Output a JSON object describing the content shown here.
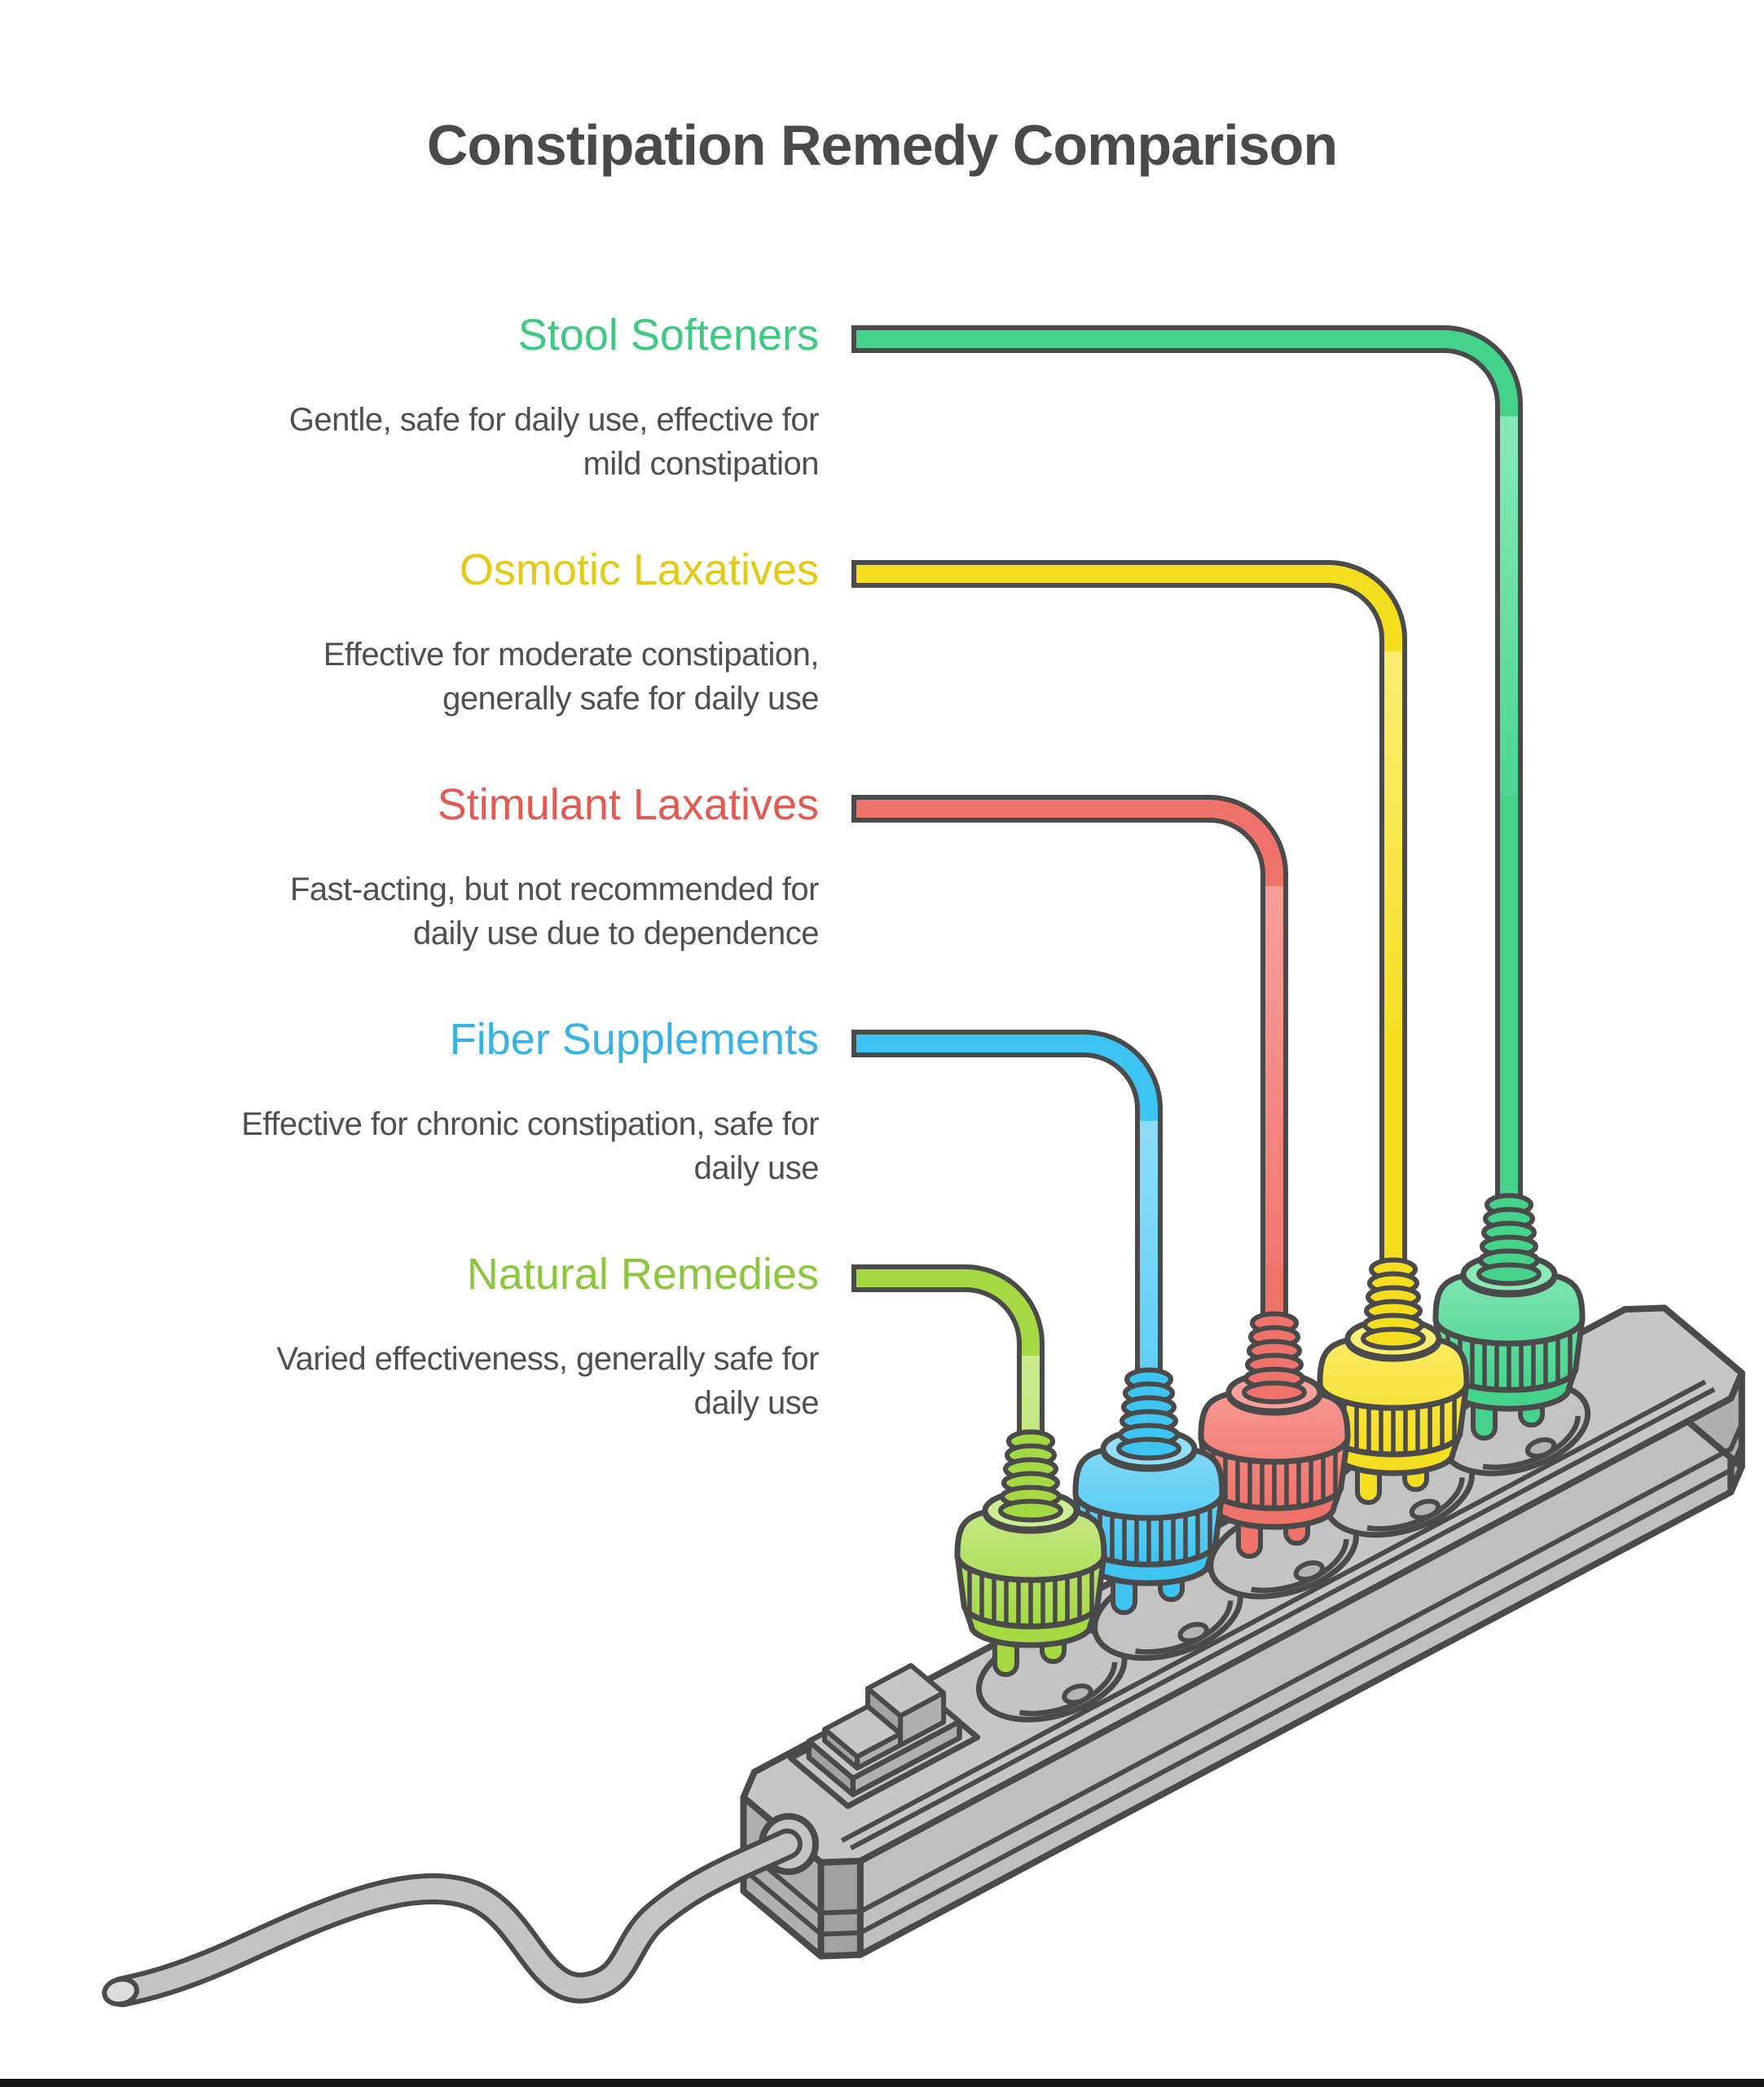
{
  "title": "Constipation Remedy Comparison",
  "title_color": "#4a4a4a",
  "description_color": "#4f4f4f",
  "bottom_bar_color": "#161616",
  "items": [
    {
      "label": "Stool Softeners",
      "label_color": "#3ec981",
      "cable_color": "#45d38c",
      "cable_highlight": "#8ceab9",
      "description_lines": [
        "Gentle, safe for daily use, effective for",
        "mild constipation"
      ]
    },
    {
      "label": "Osmotic Laxatives",
      "label_color": "#e3cb15",
      "cable_color": "#f5dd1f",
      "cable_highlight": "#fbee74",
      "description_lines": [
        "Effective for moderate constipation,",
        "generally safe for daily use"
      ]
    },
    {
      "label": "Stimulant Laxatives",
      "label_color": "#e25a51",
      "cable_color": "#f0736b",
      "cable_highlight": "#f8a19b",
      "description_lines": [
        "Fast-acting, but not recommended for",
        "daily use due to dependence"
      ]
    },
    {
      "label": "Fiber Supplements",
      "label_color": "#38b2e5",
      "cable_color": "#3ec4f2",
      "cable_highlight": "#93def8",
      "description_lines": [
        "Effective for chronic constipation, safe for",
        "daily use"
      ]
    },
    {
      "label": "Natural Remedies",
      "label_color": "#8cc63f",
      "cable_color": "#a4d943",
      "cable_highlight": "#cdec93",
      "description_lines": [
        "Varied effectiveness, generally safe for",
        "daily use"
      ]
    }
  ],
  "illustration": {
    "name": "power-strip-with-five-plugs",
    "outline_color": "#4a4a4a",
    "strip_top_color": "#c6c6c6",
    "strip_front_color": "#bfbfbf",
    "strip_side_color": "#b0b0b0",
    "strip_dark_side_color": "#a2a2a2",
    "outlet_fill_color": "#c3c3c3",
    "outlet_hole_color": "#b4b4b4",
    "cord_color": "#c4c4c4",
    "cord_tip_color": "#dcdcdc"
  }
}
